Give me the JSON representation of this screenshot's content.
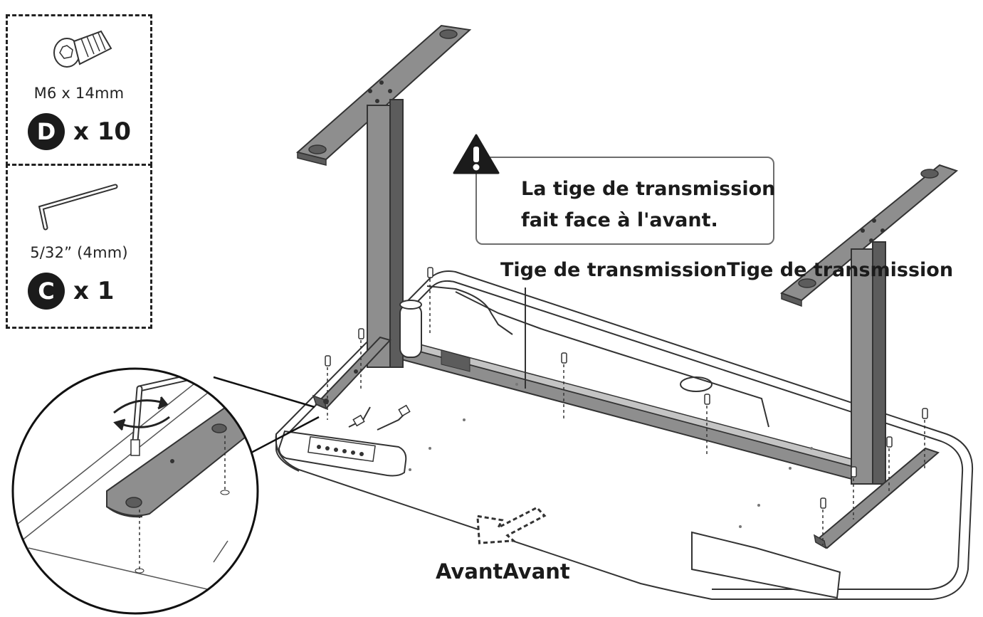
{
  "parts": {
    "screw": {
      "size": "M6 x 14mm",
      "letter": "D",
      "quantity": "x 10"
    },
    "wrench": {
      "size": "5/32” (4mm)",
      "letter": "C",
      "quantity": "x 1"
    }
  },
  "callout": {
    "line1": "La tige de transmission",
    "line2": "fait face à l'avant."
  },
  "labels": {
    "transmission_rod": "Tige de transmissionTige de transmission",
    "front": "AvantAvant"
  },
  "icons": {
    "warning": "warning-triangle-icon",
    "rotate": "rotate-arrows-icon",
    "front_direction": "dashed-arrow-icon"
  },
  "colors": {
    "ink": "#1b1b1b",
    "frame_gray": "#8e8e8e",
    "frame_dark": "#5c5c5c",
    "outline": "#333333"
  }
}
